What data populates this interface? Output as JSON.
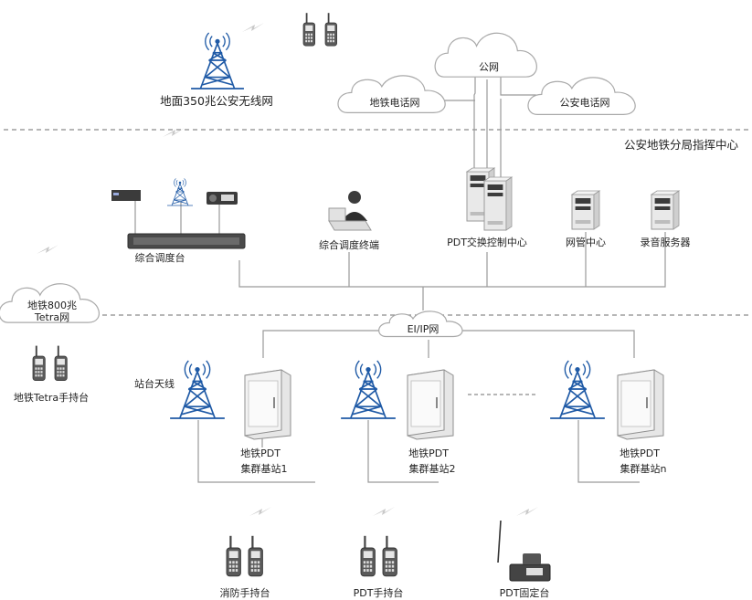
{
  "colors": {
    "line": "#9a9a9a",
    "dash": "#8a8a8a",
    "tower": "#1f5aa6",
    "cloud_fill": "#ffffff",
    "cloud_stroke": "#a9a9a9",
    "signal": "#c9c9c9"
  },
  "labels": {
    "ground_network": "地面350兆公安无线网",
    "command_center": "公安地铁分局指挥中心",
    "public_network": "公网",
    "metro_phone_network": "地铁电话网",
    "police_phone_network": "公安电话网",
    "integrated_dispatch_console": "综合调度台",
    "integrated_dispatch_terminal": "综合调度终端",
    "pdt_switch_center": "PDT交换控制中心",
    "nms_center": "网管中心",
    "recording_server": "录音服务器",
    "tetra_network_line1": "地铁800兆",
    "tetra_network_line2": "Tetra网",
    "metro_tetra_handset": "地铁Tetra手持台",
    "ei_ip_network": "EI/IP网",
    "station_antenna": "站台天线",
    "base_station_1_line1": "地铁PDT",
    "base_station_1_line2": "集群基站1",
    "base_station_2_line1": "地铁PDT",
    "base_station_2_line2": "集群基站2",
    "base_station_n_line1": "地铁PDT",
    "base_station_n_line2": "集群基站n",
    "fire_handset": "消防手持台",
    "pdt_handset": "PDT手持台",
    "pdt_fixed_station": "PDT固定台"
  },
  "icons": [
    "tower-icon",
    "walkie-talkie-icon",
    "server-icon",
    "cloud-icon",
    "signal-icon",
    "operator-icon",
    "fixed-radio-icon",
    "rack-cabinet-icon"
  ]
}
